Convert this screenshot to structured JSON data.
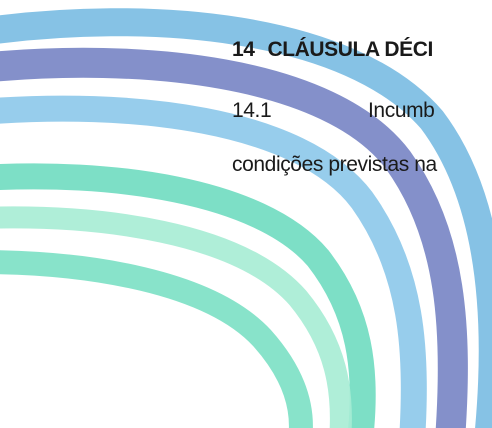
{
  "document": {
    "heading": {
      "number": "14",
      "title": "CLÁUSULA DÉCI"
    },
    "paragraph": {
      "number": "14.1",
      "first_word": "Incumb",
      "continuation": "condições previstas na"
    }
  },
  "colors": {
    "text": "#1a1a1a",
    "ribbon_blue_light": "#7fbfe4",
    "ribbon_blue_purple": "#7d8ac7",
    "ribbon_teal": "#6fdcc0",
    "ribbon_mint": "#a6ecd4"
  }
}
